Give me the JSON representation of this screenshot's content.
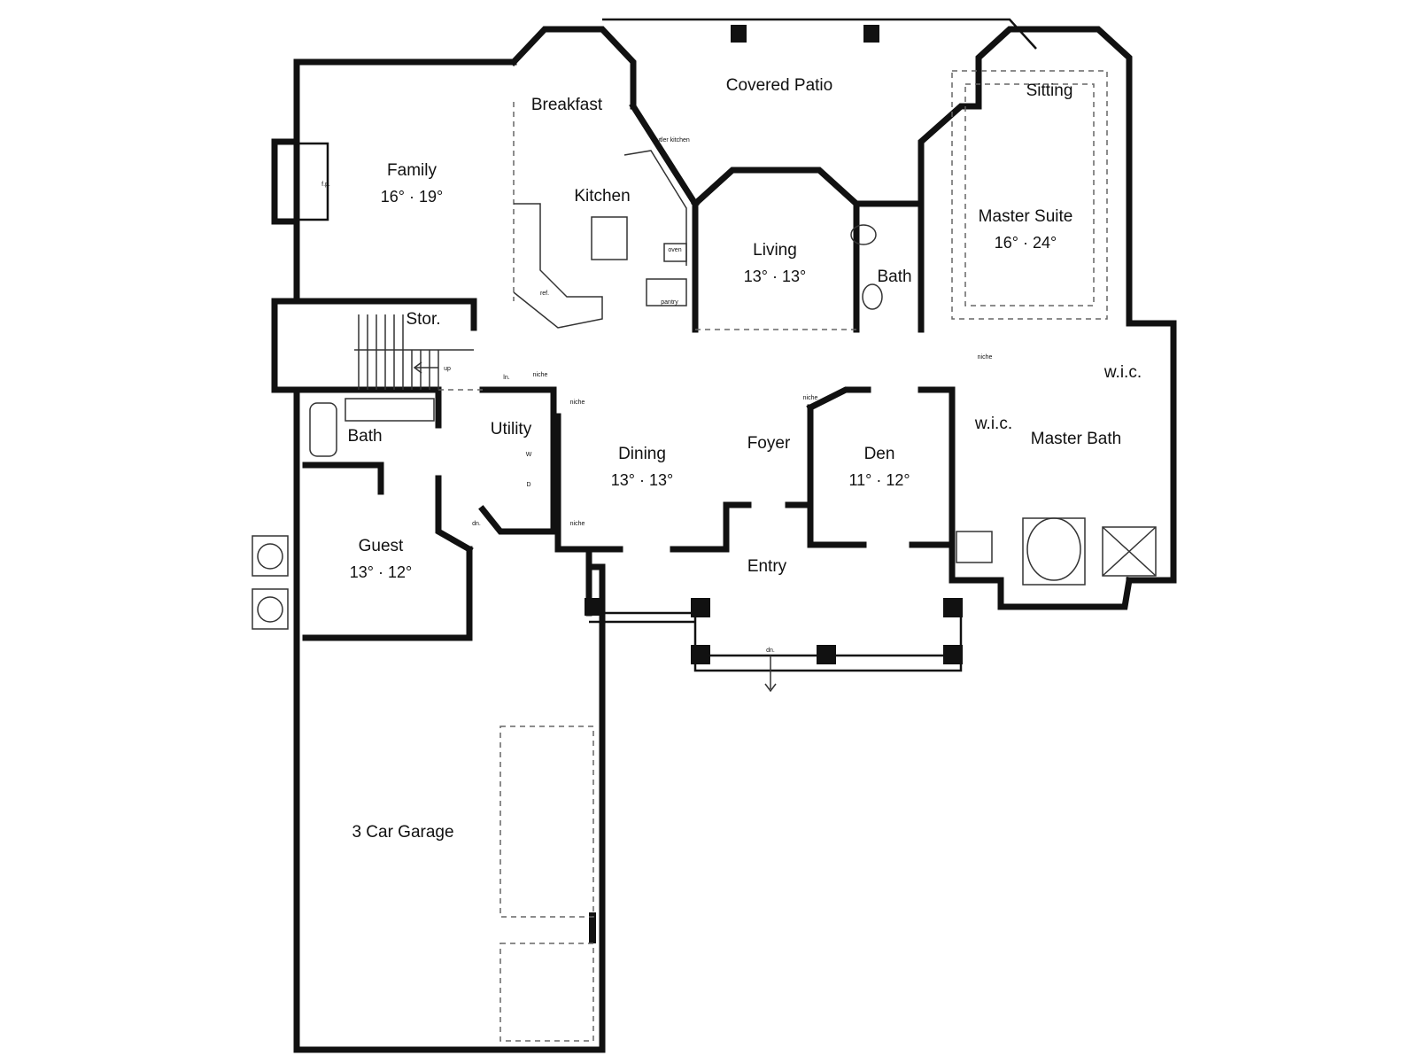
{
  "rooms": {
    "covered_patio": {
      "name": "Covered Patio"
    },
    "breakfast": {
      "name": "Breakfast"
    },
    "kitchen": {
      "name": "Kitchen"
    },
    "family": {
      "name": "Family",
      "dims": "16° · 19°"
    },
    "living": {
      "name": "Living",
      "dims": "13° · 13°"
    },
    "sitting": {
      "name": "Sitting"
    },
    "master_suite": {
      "name": "Master Suite",
      "dims": "16° · 24°"
    },
    "bath_upper": {
      "name": "Bath"
    },
    "stor": {
      "name": "Stor."
    },
    "bath_lower": {
      "name": "Bath"
    },
    "utility": {
      "name": "Utility"
    },
    "dining": {
      "name": "Dining",
      "dims": "13° · 13°"
    },
    "foyer": {
      "name": "Foyer"
    },
    "den": {
      "name": "Den",
      "dims": "11° · 12°"
    },
    "wic_left": {
      "name": "w.i.c."
    },
    "wic_right": {
      "name": "w.i.c."
    },
    "master_bath": {
      "name": "Master Bath"
    },
    "guest": {
      "name": "Guest",
      "dims": "13° · 12°"
    },
    "entry": {
      "name": "Entry"
    },
    "garage": {
      "name": "3 Car Garage"
    }
  },
  "notes": {
    "fp": "f.p.",
    "butler_kitchen": "butler kitchen",
    "oven": "oven",
    "pantry": "pantry",
    "ref": "ref.",
    "up": "up",
    "dn_entry": "dn.",
    "dn_side": "dn.",
    "linen": "ln.",
    "niche_1": "niche",
    "niche_2": "niche",
    "niche_3": "niche",
    "niche_4": "niche",
    "niche_5": "niche",
    "washer": "W",
    "dryer": "D"
  }
}
